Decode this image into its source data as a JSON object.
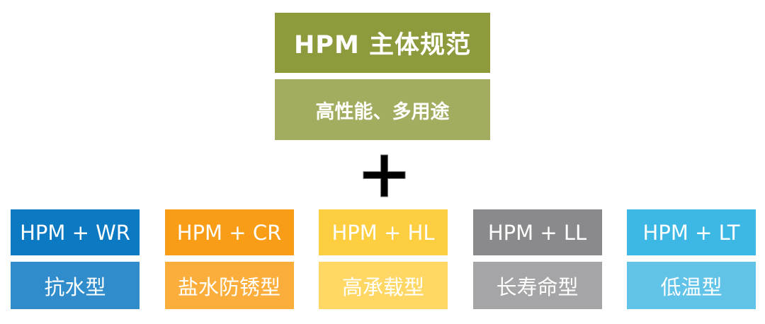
{
  "diagram": {
    "base": {
      "title": "HPM 主体规范",
      "subtitle": "高性能、多用途",
      "title_bg": "#8E9A3C",
      "subtitle_bg": "#A3AC5F"
    },
    "operator": {
      "symbol": "+",
      "color": "#000000"
    },
    "text_color": "#FFFFFF",
    "variants": [
      {
        "code": "HPM + WR",
        "label": "抗水型",
        "code_bg": "#0C79C3",
        "label_bg": "#308CCB"
      },
      {
        "code": "HPM + CR",
        "label": "盐水防锈型",
        "code_bg": "#F99D16",
        "label_bg": "#FBAE3C"
      },
      {
        "code": "HPM + HL",
        "label": "高承载型",
        "code_bg": "#FDCE40",
        "label_bg": "#FED765"
      },
      {
        "code": "HPM + LL",
        "label": "长寿命型",
        "code_bg": "#8A8A8C",
        "label_bg": "#A5A5A7"
      },
      {
        "code": "HPM + LT",
        "label": "低温型",
        "code_bg": "#3DB7E4",
        "label_bg": "#61C3E8"
      }
    ]
  }
}
